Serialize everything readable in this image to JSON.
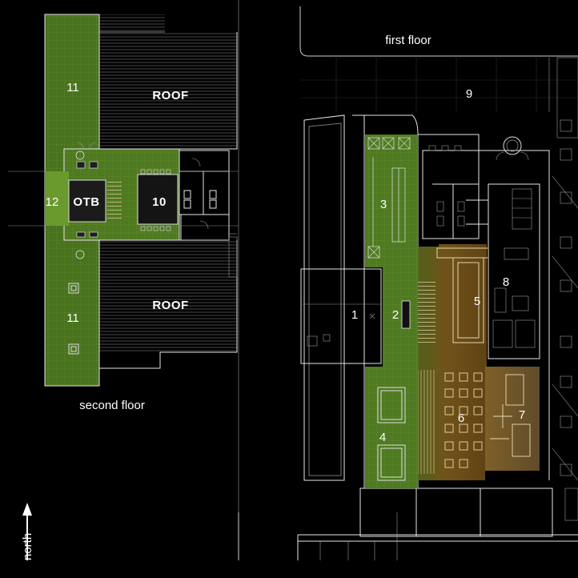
{
  "labels": {
    "first_floor": "first floor",
    "second_floor": "second floor",
    "north": "north",
    "roof_top": "ROOF",
    "roof_bottom": "ROOF",
    "otb": "OTB"
  },
  "rooms": {
    "r1": "1",
    "r2": "2",
    "r3": "3",
    "r4": "4",
    "r5": "5",
    "r6": "6",
    "r7": "7",
    "r8": "8",
    "r9": "9",
    "r10": "10",
    "r11_top": "11",
    "r11_bottom": "11",
    "r12": "12"
  },
  "colors": {
    "background": "#000000",
    "green_zone": "#4f7a22",
    "green_light": "#7fa63a",
    "brown_zone": "#7a5a1a",
    "orange_zone": "#8a6a30",
    "line": "#e6e6e6"
  },
  "icons": [
    "north-arrow-icon"
  ]
}
